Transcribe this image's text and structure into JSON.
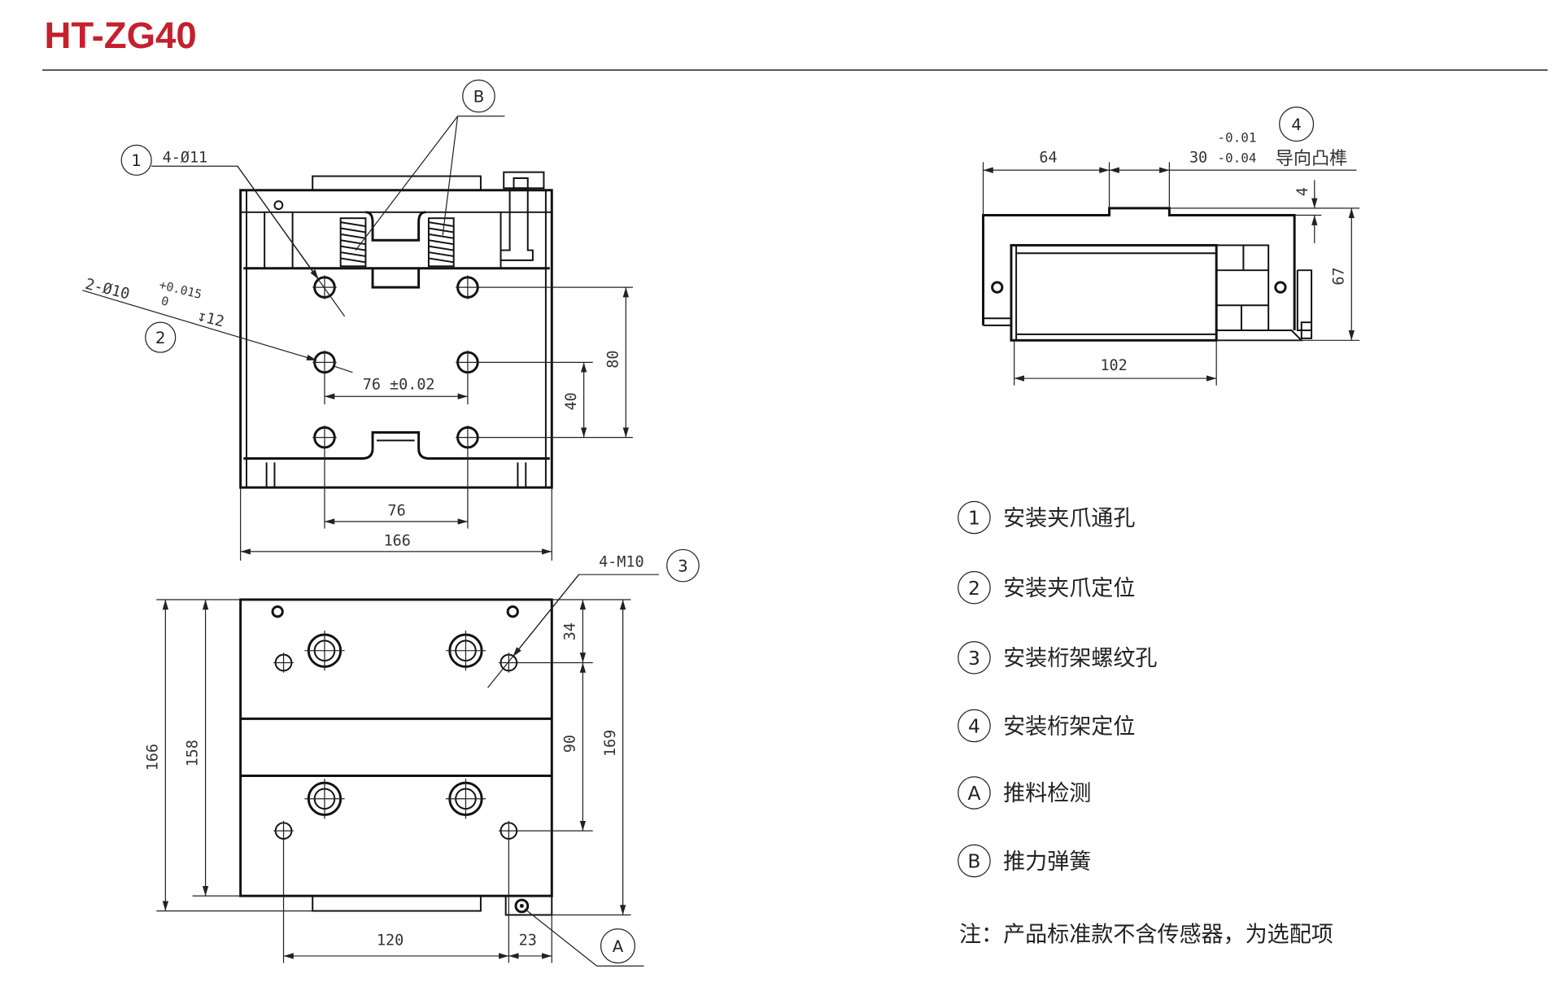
{
  "title": "HT-ZG40",
  "colors": {
    "title": "#c4202d",
    "line": "#111111"
  },
  "top_view": {
    "callout_1": "1",
    "hole_1_label": "4-Ø11",
    "callout_2": "2",
    "hole_2_label": "2-Ø10",
    "hole_2_tol_upper": "+0.015",
    "hole_2_tol_lower": "0",
    "hole_2_depth": "↧12",
    "callout_b": "B",
    "dim_76_tol": "76 ±0.02",
    "dim_40": "40",
    "dim_80": "80",
    "dim_76": "76",
    "dim_166": "166"
  },
  "bottom_view": {
    "thread_label": "4-M10",
    "callout_3": "3",
    "callout_a": "A",
    "dim_166": "166",
    "dim_158": "158",
    "dim_34": "34",
    "dim_90": "90",
    "dim_169": "169",
    "dim_120": "120",
    "dim_23": "23"
  },
  "side_view": {
    "callout_4": "4",
    "tenon_label": "导向凸榫",
    "dim_64": "64",
    "dim_30": "30",
    "tol_upper": "-0.01",
    "tol_lower": "-0.04",
    "dim_4": "4",
    "dim_67": "67",
    "dim_102": "102"
  },
  "legend": [
    {
      "mark": "1",
      "text": "安装夹爪通孔"
    },
    {
      "mark": "2",
      "text": "安装夹爪定位"
    },
    {
      "mark": "3",
      "text": "安装桁架螺纹孔"
    },
    {
      "mark": "4",
      "text": "安装桁架定位"
    },
    {
      "mark": "A",
      "text": "推料检测"
    },
    {
      "mark": "B",
      "text": "推力弹簧"
    }
  ],
  "note": "注：产品标准款不含传感器，为选配项"
}
